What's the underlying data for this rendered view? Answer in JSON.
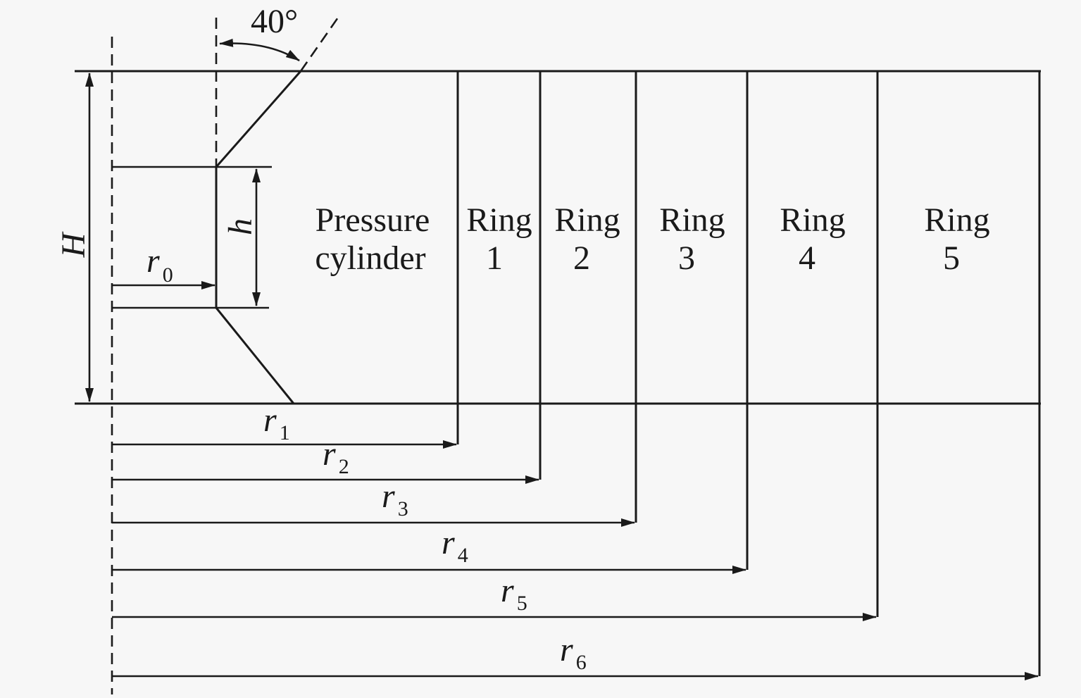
{
  "figure": {
    "description": "Cross-section of pressure cylinder with five prestressed rings",
    "angle_label": "40°",
    "height_label": "H",
    "inner_height_label": "h",
    "radius_labels": [
      {
        "symbol": "r",
        "sub": "0"
      },
      {
        "symbol": "r",
        "sub": "1"
      },
      {
        "symbol": "r",
        "sub": "2"
      },
      {
        "symbol": "r",
        "sub": "3"
      },
      {
        "symbol": "r",
        "sub": "4"
      },
      {
        "symbol": "r",
        "sub": "5"
      },
      {
        "symbol": "r",
        "sub": "6"
      }
    ],
    "regions": [
      {
        "line1": "Pressure",
        "line2": "cylinder"
      },
      {
        "line1": "Ring",
        "line2": "1"
      },
      {
        "line1": "Ring",
        "line2": "2"
      },
      {
        "line1": "Ring",
        "line2": "3"
      },
      {
        "line1": "Ring",
        "line2": "4"
      },
      {
        "line1": "Ring",
        "line2": "5"
      }
    ]
  }
}
